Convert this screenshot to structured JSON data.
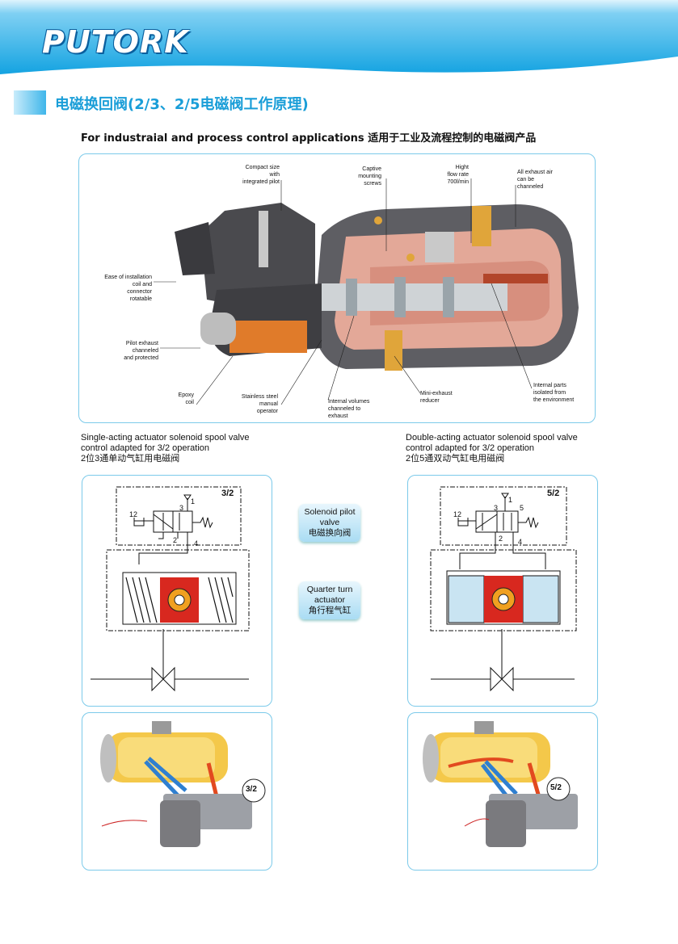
{
  "header": {
    "brand": "PUTORK"
  },
  "section": {
    "title": "电磁换回阀(2/3、2/5电磁阀工作原理)"
  },
  "subtitle": "For industraial and process control applications  适用于工业及流程控制的电磁阀产品",
  "cutaway_labels": {
    "compact": "Compact size\nwith\nintegrated pilot",
    "captive": "Captive\nmounting\nscrews",
    "flow": "Hight\nflow rate\n700l/min",
    "exhaust_air": "All exhaust air\ncan be\nchanneled",
    "ease": "Ease of installation\ncoil and\nconnector\nrotatable",
    "pilot_exhaust": "Pilot exhaust\nchanneled\nand protected",
    "epoxy": "Epoxy\ncoil",
    "stainless": "Stainless steel\nmanual\noperator",
    "internal_volumes": "Internal volumes\nchanneled to\nexhaust",
    "mini_exhaust": "Mini-exhaust\nreducer",
    "internal_parts": "Internal parts\nisolated from\nthe environment"
  },
  "left_caption": {
    "line1": "Single-acting actuator solenoid spool valve",
    "line2": "control adapted for 3/2 operation",
    "line3": "2位3通单动气缸用电磁阀"
  },
  "right_caption": {
    "line1": "Double-acting actuator solenoid spool valve",
    "line2": "control adapted for 3/2 operation",
    "line3": "2位5通双动气缸电用磁阀"
  },
  "pill_pilot": {
    "en": "Solenoid pilot\nvalve",
    "cn": "电磁换向阀"
  },
  "pill_quarter": {
    "en": "Quarter turn\nactuator",
    "cn": "角行程气缸"
  },
  "left_diagram": {
    "tag": "3/2",
    "port12": "12",
    "port3": "3",
    "port1": "1",
    "port2": "2",
    "port4": "4"
  },
  "right_diagram": {
    "tag": "5/2",
    "port12": "12",
    "port3": "3",
    "port1": "1",
    "port5": "5",
    "port2": "2",
    "port4": "4"
  },
  "left_photo_tag": "3/2",
  "right_photo_tag": "5/2",
  "colors": {
    "accent": "#1a9ed8",
    "border": "#7ccaea",
    "header_top": "#bfe8fa",
    "header_bottom": "#1aa6e2"
  }
}
